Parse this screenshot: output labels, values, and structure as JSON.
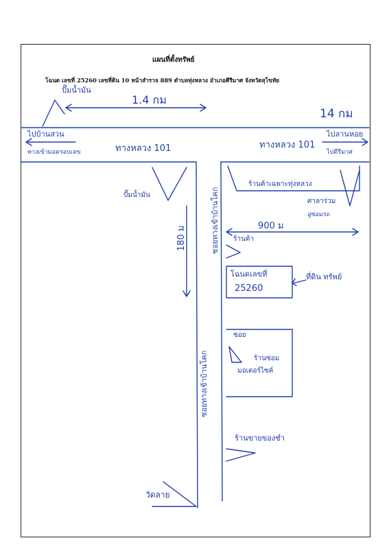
{
  "header": {
    "title": "แผนที่ตั้งทรัพย์",
    "deed_line": "โฉนด เลขที่  25260  เลขที่ดิน   10  หน้าสำรวจ   889   ตำบลทุ่งหลวง  อำเภอคีรีมาศ  จังหวัดสุโขทัย"
  },
  "labels": {
    "landmark_top_left": "ปั๊มน้ำมัน",
    "distance_top": "1.4 กม",
    "distance_right": "14 กม",
    "road_left_direction": "ไปบ้านสวน",
    "road_left_sub": "ทางเข้ามอดรอบเลข",
    "road_right_direction": "ไปลานหอย",
    "road_right_sub": "ไปคีรีมาศ",
    "highway_left": "ทางหลวง 101",
    "highway_right": "ทางหลวง 101",
    "landmark_mid_left": "ปั๊มน้ำมัน",
    "distance_side_road": "180 ม",
    "side_road_upper": "ซอยทางเข้าบ้านโคก",
    "landmark_top_right": "ร้านค้าเฉพาะทุ่งหลวง",
    "landmark_right_1": "ศาลาร่วม",
    "landmark_right_2": "อู่ซ่อมรถ",
    "distance_right_road": "900 ม",
    "landmark_near_plot": "ร้านค้า",
    "plot_title": "โฉนดเลขที่",
    "plot_number": "25260",
    "plot_note": "ที่ดิน ทรัพย์",
    "alley": "ซอย",
    "shop_1": "ร้านซ่อม",
    "shop_2": "มอเตอร์ไซค์",
    "side_road_lower": "ซอยทางเข้าบ้านโคก",
    "landmark_lower": "ร้านขายของชำ",
    "landmark_bottom": "วัดลาย"
  },
  "colors": {
    "ink": "#1f3fa8",
    "frame": "#222222"
  }
}
